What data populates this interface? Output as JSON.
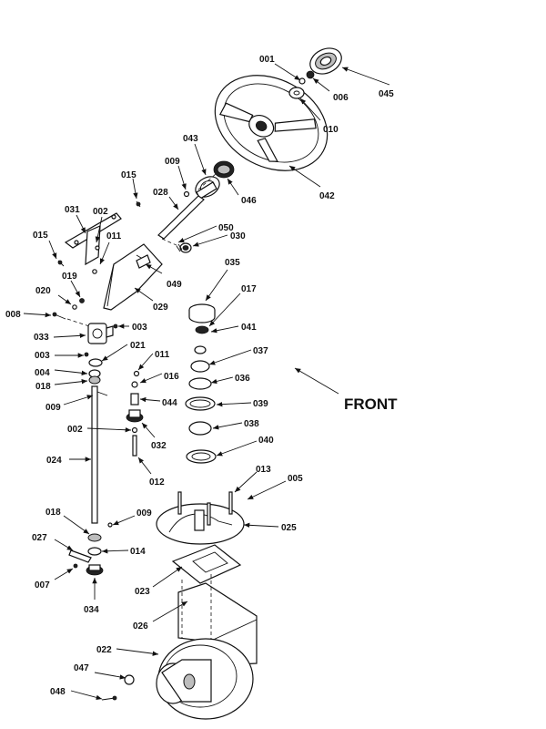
{
  "direction_label": "FRONT",
  "callouts": [
    {
      "id": "001",
      "label": "001"
    },
    {
      "id": "006",
      "label": "006"
    },
    {
      "id": "045",
      "label": "045"
    },
    {
      "id": "010",
      "label": "010"
    },
    {
      "id": "043",
      "label": "043"
    },
    {
      "id": "009a",
      "label": "009"
    },
    {
      "id": "046",
      "label": "046"
    },
    {
      "id": "042",
      "label": "042"
    },
    {
      "id": "015a",
      "label": "015"
    },
    {
      "id": "028",
      "label": "028"
    },
    {
      "id": "031",
      "label": "031"
    },
    {
      "id": "002a",
      "label": "002"
    },
    {
      "id": "050",
      "label": "050"
    },
    {
      "id": "030",
      "label": "030"
    },
    {
      "id": "015b",
      "label": "015"
    },
    {
      "id": "011a",
      "label": "011"
    },
    {
      "id": "019",
      "label": "019"
    },
    {
      "id": "049",
      "label": "049"
    },
    {
      "id": "035",
      "label": "035"
    },
    {
      "id": "020",
      "label": "020"
    },
    {
      "id": "017",
      "label": "017"
    },
    {
      "id": "029",
      "label": "029"
    },
    {
      "id": "008",
      "label": "008"
    },
    {
      "id": "033",
      "label": "033"
    },
    {
      "id": "003a",
      "label": "003"
    },
    {
      "id": "041",
      "label": "041"
    },
    {
      "id": "021",
      "label": "021"
    },
    {
      "id": "003b",
      "label": "003"
    },
    {
      "id": "011b",
      "label": "011"
    },
    {
      "id": "037",
      "label": "037"
    },
    {
      "id": "004",
      "label": "004"
    },
    {
      "id": "016",
      "label": "016"
    },
    {
      "id": "036",
      "label": "036"
    },
    {
      "id": "018a",
      "label": "018"
    },
    {
      "id": "044",
      "label": "044"
    },
    {
      "id": "039",
      "label": "039"
    },
    {
      "id": "009b",
      "label": "009"
    },
    {
      "id": "002b",
      "label": "002"
    },
    {
      "id": "038",
      "label": "038"
    },
    {
      "id": "032",
      "label": "032"
    },
    {
      "id": "040",
      "label": "040"
    },
    {
      "id": "024",
      "label": "024"
    },
    {
      "id": "012",
      "label": "012"
    },
    {
      "id": "013",
      "label": "013"
    },
    {
      "id": "005",
      "label": "005"
    },
    {
      "id": "018b",
      "label": "018"
    },
    {
      "id": "009c",
      "label": "009"
    },
    {
      "id": "025",
      "label": "025"
    },
    {
      "id": "027",
      "label": "027"
    },
    {
      "id": "014",
      "label": "014"
    },
    {
      "id": "007",
      "label": "007"
    },
    {
      "id": "023",
      "label": "023"
    },
    {
      "id": "034",
      "label": "034"
    },
    {
      "id": "026",
      "label": "026"
    },
    {
      "id": "022",
      "label": "022"
    },
    {
      "id": "047",
      "label": "047"
    },
    {
      "id": "048",
      "label": "048"
    }
  ]
}
